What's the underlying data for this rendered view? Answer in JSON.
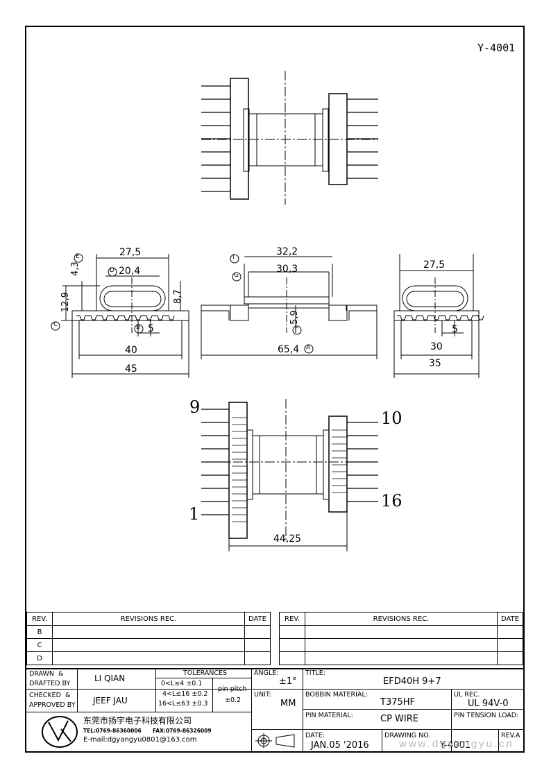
{
  "doc_number": "Y-4001",
  "dimensions": {
    "top_left_width": "27,5",
    "top_left_inner": "20,4",
    "left_height_43": "4,3",
    "left_height_129": "12,9",
    "left_height_87": "8,7",
    "left_pitch": "5",
    "left_40": "40",
    "left_45": "45",
    "mid_322": "32,2",
    "mid_303": "30,3",
    "mid_59": "5,9",
    "mid_654": "65,4",
    "right_275": "27,5",
    "right_5": "5",
    "right_30": "30",
    "right_35": "35",
    "bottom_4425": "44,25"
  },
  "circle_marks": {
    "E": "E",
    "D": "D",
    "B": "B",
    "C": "C",
    "F": "F",
    "A": "A",
    "G": "G",
    "I": "I"
  },
  "pins": {
    "p9": "9",
    "p10": "10",
    "p1": "1",
    "p16": "16"
  },
  "revisions": {
    "rev_header": "REV.",
    "rec_header": "REVISIONS   REC.",
    "date_header": "DATE",
    "rows": [
      "B",
      "C",
      "D"
    ]
  },
  "title_block": {
    "drawn_label": "DRAWN  &\nDRAFTED BY",
    "drawn_by": "LI QIAN",
    "checked_label": "CHECKED  &\nAPPROVED BY",
    "checked_by": "JEEF JAU",
    "tolerances_label": "TOLERANCES",
    "tol1": "0<L≤4   ±0.1",
    "tol2": "4<L≤16  ±0.2",
    "tol3": "16<L≤63  ±0.3",
    "pin_pitch": "pin pitch",
    "pin_pitch_tol": "±0.2",
    "angle_label": "ANGLE:",
    "angle": "±1°",
    "unit_label": "UNIT:",
    "unit": "MM",
    "title_label": "TITLE:",
    "title": "EFD40H  9+7",
    "bobbin_label": "BOBBIN  MATERIAL:",
    "bobbin": "T375HF",
    "ul_label": "UL  REC.",
    "ul": "UL  94V-0",
    "pin_material_label": "PIN  MATERIAL:",
    "pin_material": "CP  WIRE",
    "pin_tension_label": "PIN  TENSION  LOAD:",
    "date_label": "DATE:",
    "date": "JAN.05  '2016",
    "drawing_no_label": "DRAWING  NO.",
    "drawing_no": "Y-4001",
    "rev_label": "REV.A",
    "company": "东莞市扬宇电子科技有限公司",
    "tel": "TEL:0769-86360006",
    "fax": "FAX:0769-86326009",
    "email": "E-mail:dgyangyu0801@163.com"
  },
  "watermark": "www.dgyangyu.cn"
}
